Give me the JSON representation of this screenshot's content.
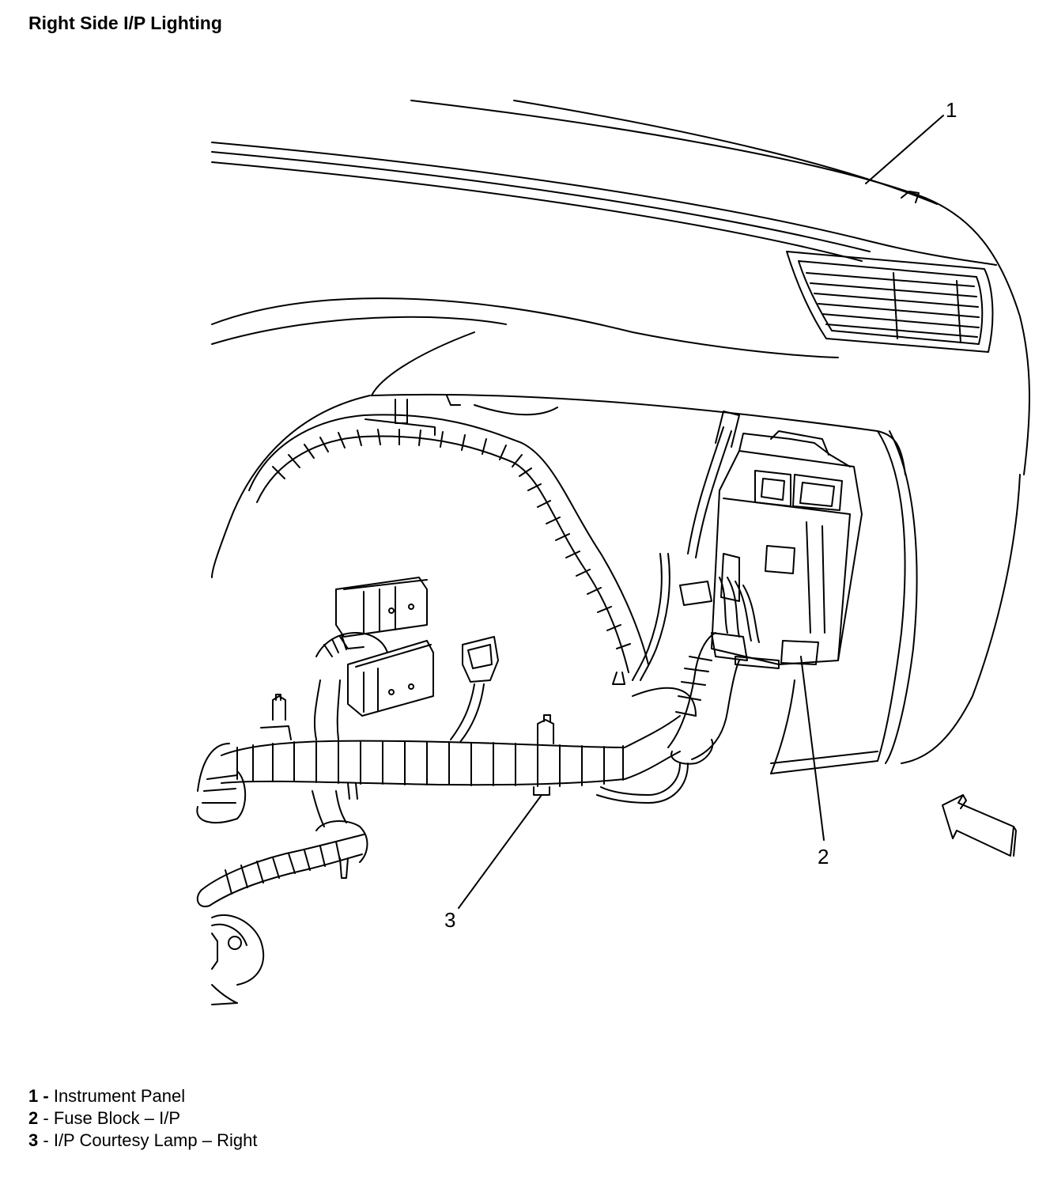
{
  "title": "Right Side I/P Lighting",
  "callouts": [
    {
      "number": "1",
      "label": "Instrument Panel"
    },
    {
      "number": "2",
      "label": "Fuse Block – I/P"
    },
    {
      "number": "3",
      "label": "I/P Courtesy Lamp – Right"
    }
  ],
  "legend_separator": "-",
  "colors": {
    "line": "#000000",
    "background": "#ffffff"
  }
}
